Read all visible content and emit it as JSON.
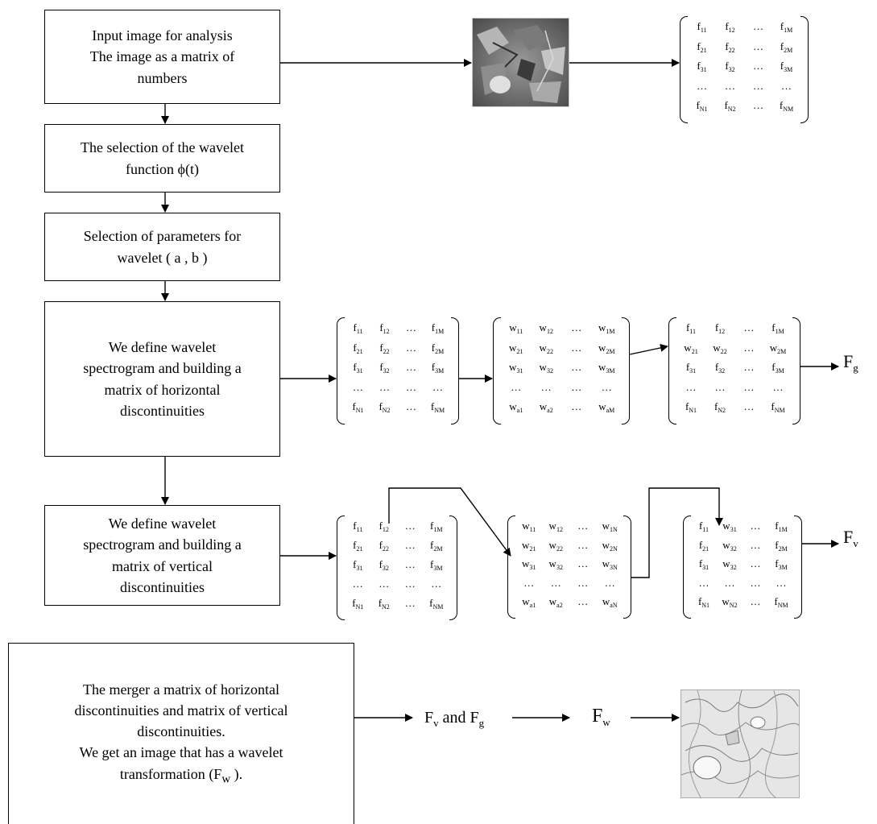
{
  "boxes": {
    "input": "Input image for analysis\nThe image as a matrix of\nnumbers",
    "wavelet_fn": "The selection of the wavelet\nfunction ϕ(t)",
    "params": "Selection of parameters for\nwavelet ( a  , b )",
    "horizontal": "We define wavelet\nspectrogram and building a\nmatrix of horizontal\ndiscontinuities",
    "vertical": "We define wavelet\nspectrogram and building a\nmatrix of vertical\ndiscontinuities",
    "merger": "The merger a matrix of horizontal\ndiscontinuities and matrix of vertical\ndiscontinuities.\nWe get an image that has a wavelet\ntransformation (F_w )."
  },
  "matrices": {
    "f_input": [
      [
        "f_11",
        "f_12",
        "…",
        "f_1M"
      ],
      [
        "f_21",
        "f_22",
        "…",
        "f_2M"
      ],
      [
        "f_31",
        "f_32",
        "…",
        "f_3M"
      ],
      [
        "…",
        "…",
        "…",
        "…"
      ],
      [
        "f_N1",
        "f_N2",
        "…",
        "f_NM"
      ]
    ],
    "f_h": [
      [
        "f_11",
        "f_12",
        "…",
        "f_1M"
      ],
      [
        "f_21",
        "f_22",
        "…",
        "f_2M"
      ],
      [
        "f_31",
        "f_32",
        "…",
        "f_3M"
      ],
      [
        "…",
        "…",
        "…",
        "…"
      ],
      [
        "f_N1",
        "f_N2",
        "…",
        "f_NM"
      ]
    ],
    "w_h": [
      [
        "w_11",
        "w_12",
        "…",
        "w_1M"
      ],
      [
        "w_21",
        "w_22",
        "…",
        "w_2M"
      ],
      [
        "w_31",
        "w_32",
        "…",
        "w_3M"
      ],
      [
        "…",
        "…",
        "…",
        "…"
      ],
      [
        "w_a1",
        "w_a2",
        "…",
        "w_aM"
      ]
    ],
    "fw_h": [
      [
        "f_11",
        "f_12",
        "…",
        "f_1M"
      ],
      [
        "w_21",
        "w_22",
        "…",
        "w_2M"
      ],
      [
        "f_31",
        "f_32",
        "…",
        "f_3M"
      ],
      [
        "…",
        "…",
        "…",
        "…"
      ],
      [
        "f_N1",
        "f_N2",
        "…",
        "f_NM"
      ]
    ],
    "f_v": [
      [
        "f_11",
        "f_12",
        "…",
        "f_1M"
      ],
      [
        "f_21",
        "f_22",
        "…",
        "f_2M"
      ],
      [
        "f_31",
        "f_32",
        "…",
        "f_3M"
      ],
      [
        "…",
        "…",
        "…",
        "…"
      ],
      [
        "f_N1",
        "f_N2",
        "…",
        "f_NM"
      ]
    ],
    "w_v": [
      [
        "w_11",
        "w_12",
        "…",
        "w_1N"
      ],
      [
        "w_21",
        "w_22",
        "…",
        "w_2N"
      ],
      [
        "w_31",
        "w_32",
        "…",
        "w_3N"
      ],
      [
        "…",
        "…",
        "…",
        "…"
      ],
      [
        "w_a1",
        "w_a2",
        "…",
        "w_aN"
      ]
    ],
    "fw_v": [
      [
        "f_11",
        "w_31",
        "…",
        "f_1M"
      ],
      [
        "f_21",
        "w_32",
        "…",
        "f_2M"
      ],
      [
        "f_31",
        "w_32",
        "…",
        "f_3M"
      ],
      [
        "…",
        "…",
        "…",
        "…"
      ],
      [
        "f_N1",
        "w_N2",
        "…",
        "f_NM"
      ]
    ]
  },
  "symbols": {
    "fg": "F_g",
    "fv": "F_v",
    "fv_and_fg": "F_v and F_g",
    "fw": "F_w"
  },
  "images": {
    "input_photo": "grayscale micrograph",
    "output_photo": "wavelet-transformed micrograph"
  }
}
